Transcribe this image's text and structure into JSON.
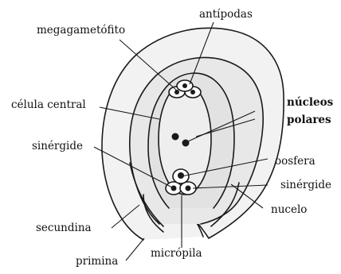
{
  "diagram": {
    "labels": {
      "megagametofito": "megagametófito",
      "antipodas": "antípodas",
      "celula_central": "célula central",
      "nucleos": "núcleos",
      "polares": "polares",
      "sinergide_left": "sinérgide",
      "oosfera": "oosfera",
      "sinergide_right": "sinérgide",
      "nucelo": "nucelo",
      "secundina": "secundina",
      "primina": "primina",
      "micropila": "micrópila"
    },
    "colors": {
      "integument_fill": "#f2f2f2",
      "nucellus_fill": "#e2e2e2",
      "sac_fill": "#eeeeee",
      "line": "#1a1a1a",
      "nucleus": "#1a1a1a"
    }
  }
}
